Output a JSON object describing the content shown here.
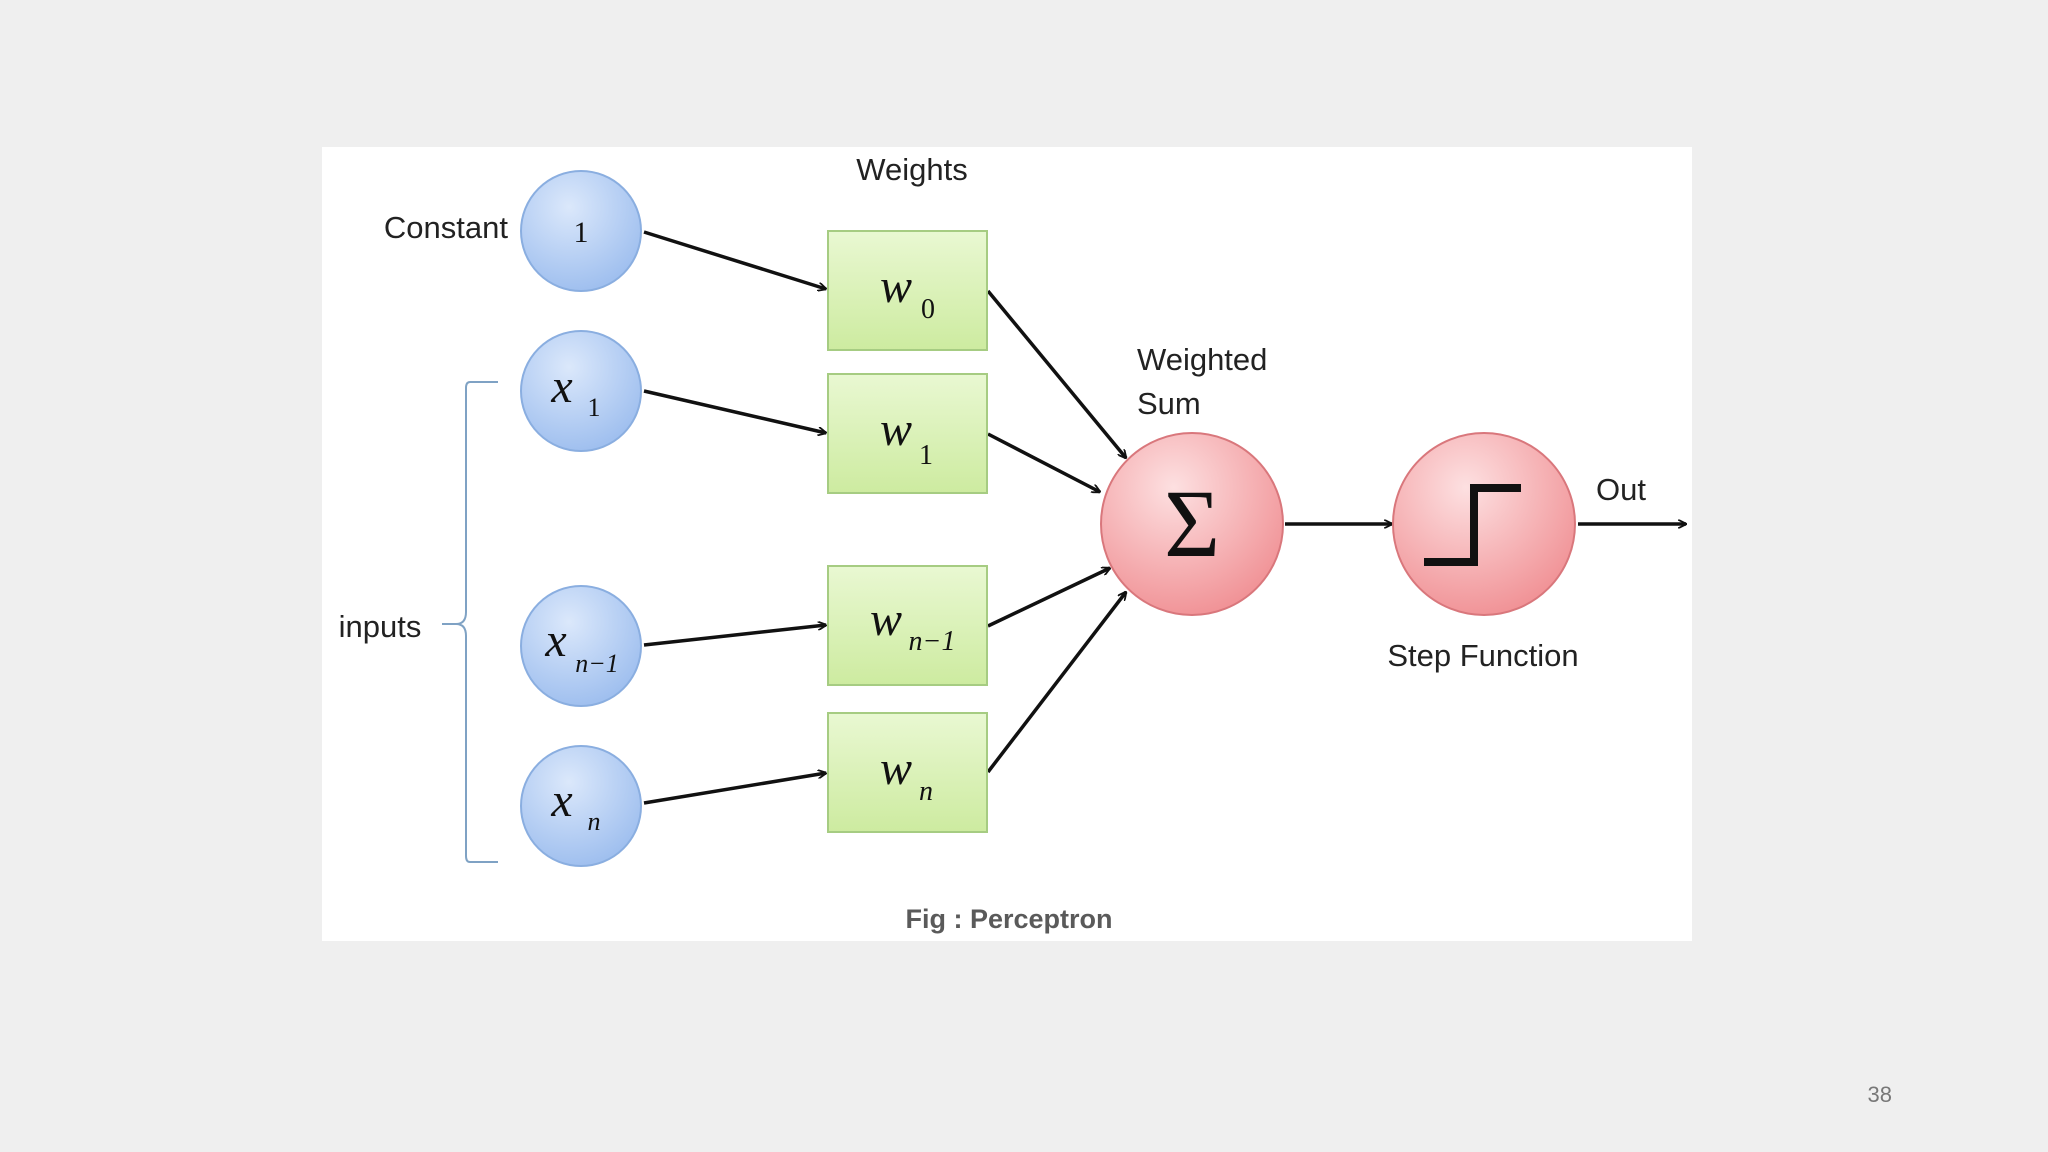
{
  "slide": {
    "page_number": "38"
  },
  "figure": {
    "caption": "Fig : Perceptron",
    "labels": {
      "weights": "Weights",
      "constant": "Constant",
      "inputs": "inputs",
      "weighted_sum_line1": "Weighted",
      "weighted_sum_line2": "Sum",
      "out": "Out",
      "step_function": "Step Function"
    },
    "input_nodes": [
      {
        "main": "1",
        "sub": ""
      },
      {
        "main": "x",
        "sub": "1"
      },
      {
        "main": "x",
        "sub": "n−1"
      },
      {
        "main": "x",
        "sub": "n"
      }
    ],
    "weight_nodes": [
      {
        "main": "w",
        "sub": "0"
      },
      {
        "main": "w",
        "sub": "1"
      },
      {
        "main": "w",
        "sub": "n−1"
      },
      {
        "main": "w",
        "sub": "n"
      }
    ],
    "sum_symbol": "Σ",
    "colors": {
      "input_fill": "#a9c6f0",
      "input_stroke": "#7a9fd6",
      "weight_fill": "#d9f2b2",
      "weight_stroke": "#9fc77a",
      "sum_fill": "#f4a3a6",
      "sum_stroke": "#d9777c",
      "brace": "#7fa2c4"
    }
  }
}
